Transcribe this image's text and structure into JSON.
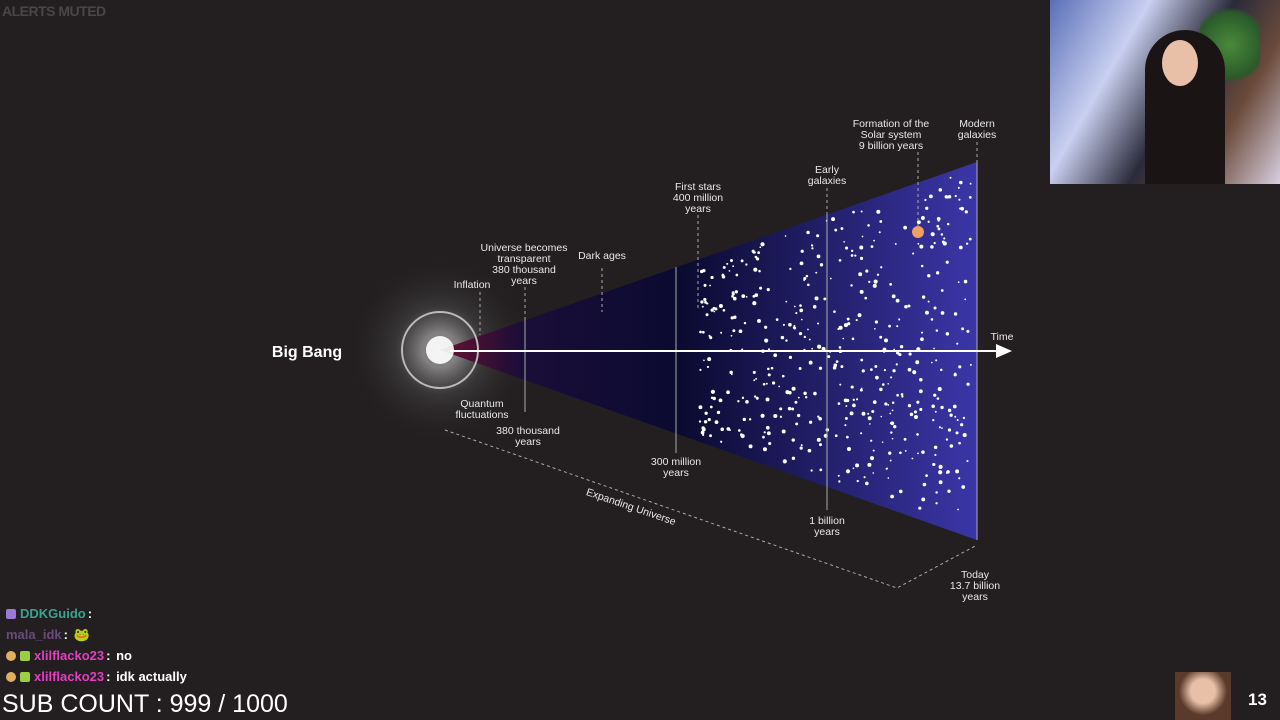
{
  "overlay": {
    "alerts_status": "ALERTS MUTED",
    "sub_count": "SUB COUNT : 999 / 1000",
    "viewer_count": "13"
  },
  "chat": [
    {
      "user": "DDKGuido",
      "message": "",
      "color": "#3aa38f"
    },
    {
      "user": "mala_idk",
      "message": "🐸",
      "color": "#6a4a7a"
    },
    {
      "user": "xlilflacko23",
      "message": "no",
      "color": "#e040c0"
    },
    {
      "user": "xlilflacko23",
      "message": "idk actually",
      "color": "#e040c0"
    }
  ],
  "diagram": {
    "big_bang": "Big Bang",
    "inflation": "Inflation",
    "quantum": [
      "Quantum",
      "fluctuations"
    ],
    "transparent": [
      "Universe becomes",
      "transparent",
      "380 thousand",
      "years"
    ],
    "dark_ages": "Dark ages",
    "first_stars": [
      "First stars",
      "400 million",
      "years"
    ],
    "early_galaxies": [
      "Early",
      "galaxies"
    ],
    "solar_system": [
      "Formation of the",
      "Solar system",
      "9 billion years"
    ],
    "modern_galaxies": [
      "Modern",
      "galaxies"
    ],
    "time": "Time",
    "t380k": [
      "380 thousand",
      "years"
    ],
    "t300m": [
      "300 million",
      "years"
    ],
    "t1b": [
      "1 billion",
      "years"
    ],
    "today": [
      "Today",
      "13.7 billion",
      "years"
    ],
    "expanding": "Expanding Universe",
    "colors": {
      "cone": "#3a35a0",
      "dark": "#0d0b30",
      "sun": "#f0a060"
    }
  }
}
